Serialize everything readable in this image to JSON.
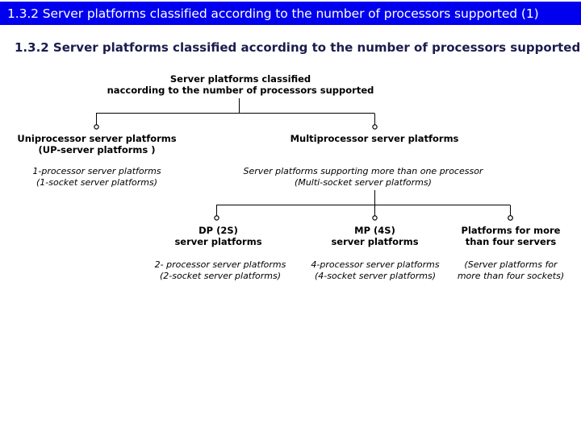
{
  "title_bar": {
    "text": "1.3.2 Server platforms classified according to the number of processors supported (1)",
    "background_color": "#0000ee",
    "text_color": "#ffffff"
  },
  "subtitle": {
    "text": "1.3.2 Server platforms classified according to the number of processors supported",
    "color": "#1c1c4e"
  },
  "diagram": {
    "line_color": "#000000",
    "root": {
      "label": "Server platforms classified\nnaccording to the number of processors supported"
    },
    "level2": [
      {
        "label": "Uniprocessor  server platforms\n(UP-server platforms )",
        "desc": "1-processor server platforms\n(1-socket server platforms)"
      },
      {
        "label": "Multiprocessor server platforms",
        "desc": "Server platforms supporting more than one processor\n(Multi-socket server platforms)"
      }
    ],
    "level4": [
      {
        "label": "DP (2S)\nserver platforms",
        "desc": "2- processor server platforms\n(2-socket server platforms)"
      },
      {
        "label": "MP (4S)\nserver platforms",
        "desc": "4-processor server platforms\n(4-socket server platforms)"
      },
      {
        "label": "Platforms for more\nthan four servers",
        "desc": "(Server platforms for\nmore than four sockets)"
      }
    ]
  }
}
